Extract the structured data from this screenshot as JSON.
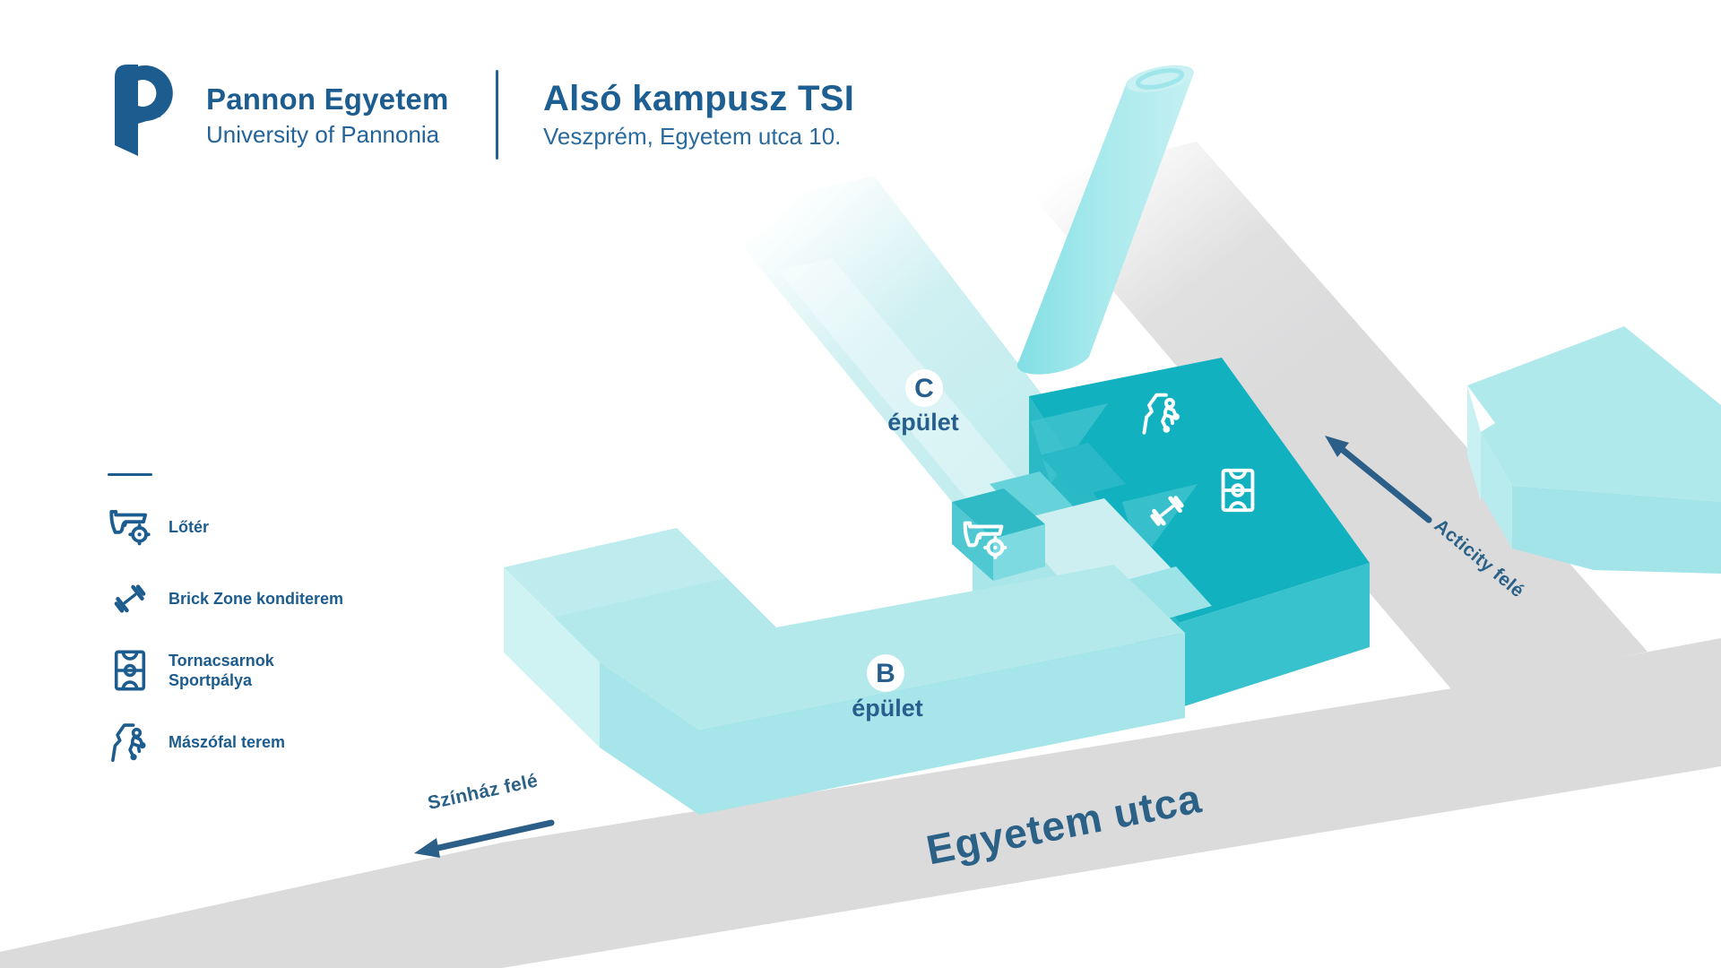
{
  "header": {
    "logo_title": "Pannon Egyetem",
    "logo_subtitle": "University of Pannonia",
    "campus_title": "Alsó kampusz TSI",
    "campus_address": "Veszprém, Egyetem utca 10."
  },
  "legend": {
    "items": [
      {
        "icon": "gun-icon",
        "line1": "Lőtér",
        "line2": ""
      },
      {
        "icon": "dumbbell-icon",
        "line1": "Brick Zone konditerem",
        "line2": ""
      },
      {
        "icon": "court-icon",
        "line1": "Tornacsarnok",
        "line2": "Sportpálya"
      },
      {
        "icon": "climber-icon",
        "line1": "Mászófal terem",
        "line2": ""
      }
    ]
  },
  "map": {
    "street_label": "Egyetem utca",
    "direction_west": "Színház felé",
    "direction_east": "Acticity felé",
    "building_b": {
      "letter": "B",
      "label": "épület"
    },
    "building_c": {
      "letter": "C",
      "label": "épület"
    },
    "facility_icons": [
      "climber-icon",
      "court-icon",
      "dumbbell-icon",
      "gun-icon"
    ]
  },
  "colors": {
    "brand_blue": "#1d5c8e",
    "street_blue": "#2b6187",
    "arrow_blue": "#2b5f88",
    "dark_teal_top": "#12b1c0",
    "dark_teal_front": "#38c2cd",
    "light_teal_top": "#b3e9eb",
    "road_gray": "#dbdbdc"
  }
}
